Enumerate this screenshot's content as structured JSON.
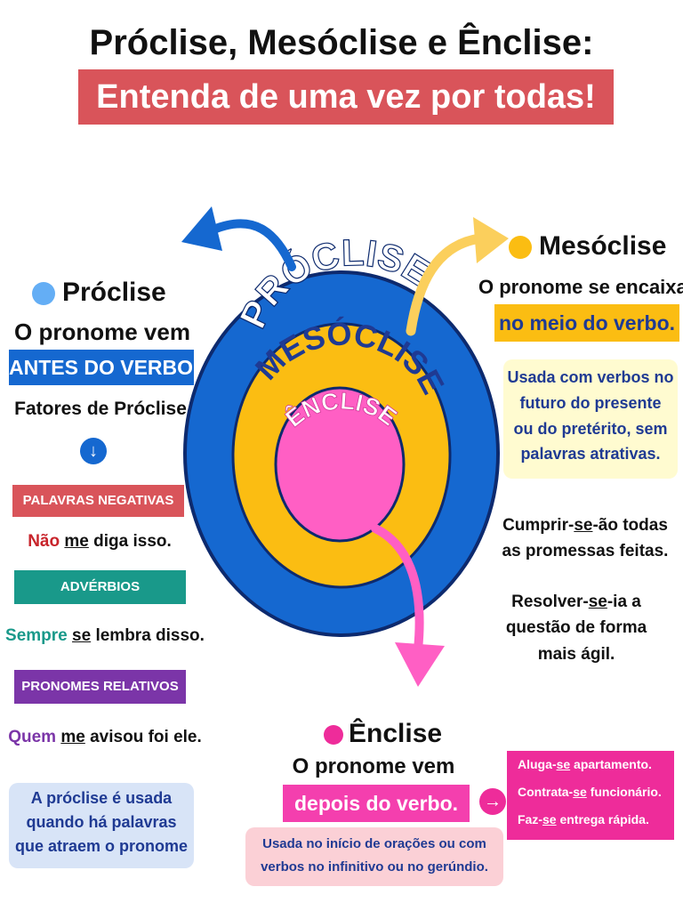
{
  "title": {
    "line1": "Próclise, Mesóclise e Ênclise:",
    "line2": "Entenda de uma vez por todas!"
  },
  "diagram": {
    "outer_label": "PRÓCLISE",
    "middle_label": "MESÓCLISE",
    "inner_label": "ÊNCLISE"
  },
  "proclise": {
    "heading": "Próclise",
    "desc": "O pronome vem",
    "highlight": "ANTES DO VERBO.",
    "factors_title": "Fatores de Próclise",
    "factors": [
      {
        "label": "PALAVRAS NEGATIVAS",
        "ex_a": "Não",
        "ex_b": "me",
        "ex_c": " diga isso."
      },
      {
        "label": "ADVÉRBIOS",
        "ex_a": "Sempre",
        "ex_b": "se",
        "ex_c": " lembra disso."
      },
      {
        "label": "PRONOMES RELATIVOS",
        "ex_a": "Quem",
        "ex_b": "me",
        "ex_c": " avisou foi ele."
      }
    ],
    "note": [
      "A próclise é usada",
      "quando há palavras",
      "que atraem o pronome"
    ]
  },
  "mesoclise": {
    "heading": "Mesóclise",
    "desc": "O pronome se encaixa",
    "highlight": "no meio do verbo.",
    "note": [
      "Usada com verbos no",
      "futuro do presente",
      "ou do pretérito, sem",
      "palavras atrativas."
    ],
    "ex1": {
      "a": "Cumprir-",
      "b": "se",
      "c": "-ão todas",
      "line2": "as promessas feitas."
    },
    "ex2": {
      "a": "Resolver-",
      "b": "se",
      "c": "-ia a",
      "line2": "questão de forma",
      "line3": "mais ágil."
    }
  },
  "enclise": {
    "heading": "Ênclise",
    "desc": "O pronome vem",
    "highlight": "depois do verbo.",
    "note": [
      "Usada no início de orações ou com",
      "verbos no infinitivo ou no gerúndio."
    ],
    "examples": [
      {
        "a": "Aluga-",
        "b": "se",
        "c": " apartamento."
      },
      {
        "a": "Contrata-",
        "b": "se",
        "c": " funcionário."
      },
      {
        "a": "Faz-",
        "b": "se",
        "c": " entrega rápida."
      }
    ]
  },
  "colors": {
    "blue": "#1568d0",
    "yellow": "#fbbd12",
    "pink": "#ff5fc4",
    "red": "#d9545a",
    "teal": "#19998a",
    "purple": "#7b35a8",
    "dark_blue": "#1f3a93"
  }
}
